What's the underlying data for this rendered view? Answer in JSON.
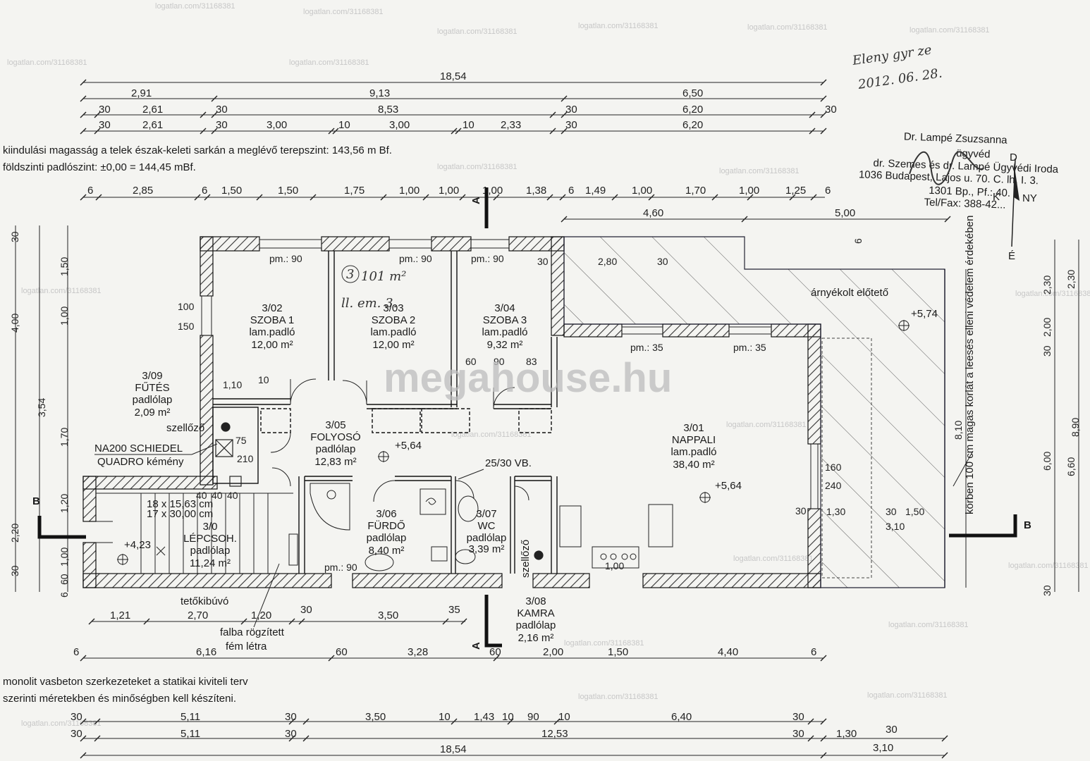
{
  "watermark": {
    "brand": "megahouse.hu",
    "stamp": "logatlan.com/31168381"
  },
  "handwriting": {
    "signed": "Eleny gyr ze",
    "date": "2012. 06. 28."
  },
  "stamp": {
    "name": "Dr. Lampé Zsuzsanna",
    "title": "ügyvéd",
    "office": "dr. Szemes és dr. Lampé Ügyvédi Iroda",
    "address": "1036 Budapest, Lajos u. 70. C. lh. I. 3.",
    "postal": "1301 Bp., Pf.: 40.",
    "phone": "Tel/Fax: 388-42..."
  },
  "compass": {
    "n": "D",
    "s": "É",
    "w": "K",
    "e": "NY"
  },
  "notes": {
    "height": "kiindulási magasság a telek észak-keleti sarkán a meglévő terepszint: 143,56 m Bf.",
    "floor": "földszinti padlószint: ±0,00 = 144,45 mBf.",
    "bottom1": "monolit vasbeton szerkezeteket a statikai kiviteli terv",
    "bottom2": "szerinti méretekben és minőségben kell készíteni.",
    "railing": "körben 100 cm magas korlát a leesés elleni védelem érdekében",
    "shade": "árnyékolt előtető",
    "chimney1": "NA200 SCHIEDEL",
    "chimney2": "QUADRO kémény",
    "vent": "szellőző",
    "roof": "tetőkibúvó",
    "ladder1": "falba rögzített",
    "ladder2": "fém létra",
    "beam": "25/30 VB.",
    "stair_spec1": "18 x 15,63 cm",
    "stair_spec2": "17 x 30,00 cm",
    "level1": "+5,64",
    "level2": "+5,64",
    "level3": "+4,23",
    "level4": "+5,74",
    "memo1": "101 m²",
    "memo2": "ll. em. 3."
  },
  "rooms": [
    {
      "id": "3/02",
      "name": "SZOBA 1",
      "floor": "lam.padló",
      "area": "12,00 m²"
    },
    {
      "id": "3/03",
      "name": "SZOBA 2",
      "floor": "lam.padló",
      "area": "12,00 m²"
    },
    {
      "id": "3/04",
      "name": "SZOBA 3",
      "floor": "lam.padló",
      "area": "9,32 m²"
    },
    {
      "id": "3/09",
      "name": "FŰTÉS",
      "floor": "padlólap",
      "area": "2,09 m²"
    },
    {
      "id": "3/05",
      "name": "FOLYOSÓ",
      "floor": "padlólap",
      "area": "12,83 m²"
    },
    {
      "id": "3/01",
      "name": "NAPPALI",
      "floor": "lam.padló",
      "area": "38,40 m²"
    },
    {
      "id": "3/06",
      "name": "FÜRDŐ",
      "floor": "padlólap",
      "area": "8,40 m²"
    },
    {
      "id": "3/07",
      "name": "WC",
      "floor": "padlólap",
      "area": "3,39 m²"
    },
    {
      "id": "3/0",
      "name": "LÉPCSOH.",
      "floor": "padlólap",
      "area": "11,24 m²"
    },
    {
      "id": "3/08",
      "name": "KAMRA",
      "floor": "padlólap",
      "area": "2,16 m²"
    }
  ],
  "dims": {
    "top0": [
      "18,54"
    ],
    "top1": [
      "2,91",
      "9,13",
      "6,50"
    ],
    "top2": [
      "30",
      "2,61",
      "30",
      "8,53",
      "30",
      "6,20",
      "30"
    ],
    "top3": [
      "30",
      "2,61",
      "30",
      "3,00",
      "10",
      "3,00",
      "10",
      "2,33",
      "30",
      "6,20"
    ],
    "mid": [
      "6",
      "2,85",
      "6",
      "1,50",
      "1,50",
      "1,75",
      "1,00",
      "1,00",
      "1,00",
      "1,38",
      "6",
      "1,49",
      "1,00",
      "1,70",
      "1,00",
      "1,25",
      "6"
    ],
    "mid2": [
      "4,60",
      "5,00"
    ],
    "under": [
      "1,21",
      "2,70",
      "1,20",
      "30",
      "3,50",
      "35"
    ],
    "b1": [
      "6",
      "6,16",
      "60",
      "3,28",
      "60",
      "2,00",
      "1,50",
      "4,40",
      "6"
    ],
    "b2": [
      "30",
      "5,11",
      "30",
      "3,50",
      "10",
      "1,43",
      "10",
      "90",
      "10",
      "6,40",
      "30"
    ],
    "b3": [
      "30",
      "5,11",
      "30",
      "12,53",
      "30",
      "1,30",
      "30"
    ],
    "b4": [
      "18,54",
      "3,10"
    ],
    "left": [
      "30",
      "1,50",
      "1,00",
      "4,00",
      "3,54",
      "1,70",
      "1,20",
      "2,20",
      "1,00",
      "30",
      "60",
      "6"
    ],
    "right": [
      "6",
      "2,30",
      "2,00",
      "30",
      "6,00",
      "30",
      "2,30",
      "8,90",
      "8,10",
      "6,60"
    ]
  },
  "section_marks": {
    "a": "A",
    "b": "B"
  }
}
